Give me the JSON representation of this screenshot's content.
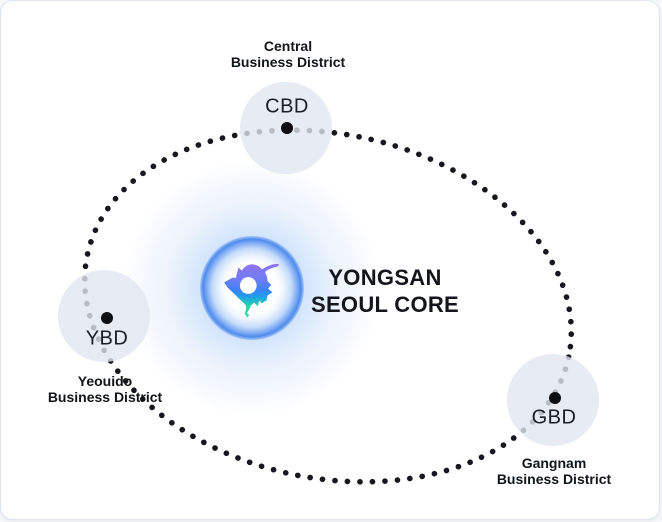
{
  "title": {
    "line1": "YONGSAN",
    "line2": "SEOUL CORE"
  },
  "center": {
    "logo_icon": "yongsan-district-map-icon"
  },
  "nodes": [
    {
      "id": "cbd",
      "code": "CBD",
      "label_line1": "Central",
      "label_line2": "Business District"
    },
    {
      "id": "ybd",
      "code": "YBD",
      "label_line1": "Yeouido",
      "label_line2": "Business District"
    },
    {
      "id": "gbd",
      "code": "GBD",
      "label_line1": "Gangnam",
      "label_line2": "Business District"
    }
  ],
  "colors": {
    "text": "#14161c",
    "orbit_dot": "#16181d",
    "node_circle_fill": "#e8ecf2",
    "bubble_rim_blue": "#4f8bee",
    "glow_blue": "#cfe2fa",
    "logo_gradient_top": "#8f74f1",
    "logo_gradient_mid": "#3d82f5",
    "logo_gradient_bottom": "#3ee2a6",
    "card_background": "#ffffff",
    "card_border": "#dfe4ee"
  }
}
